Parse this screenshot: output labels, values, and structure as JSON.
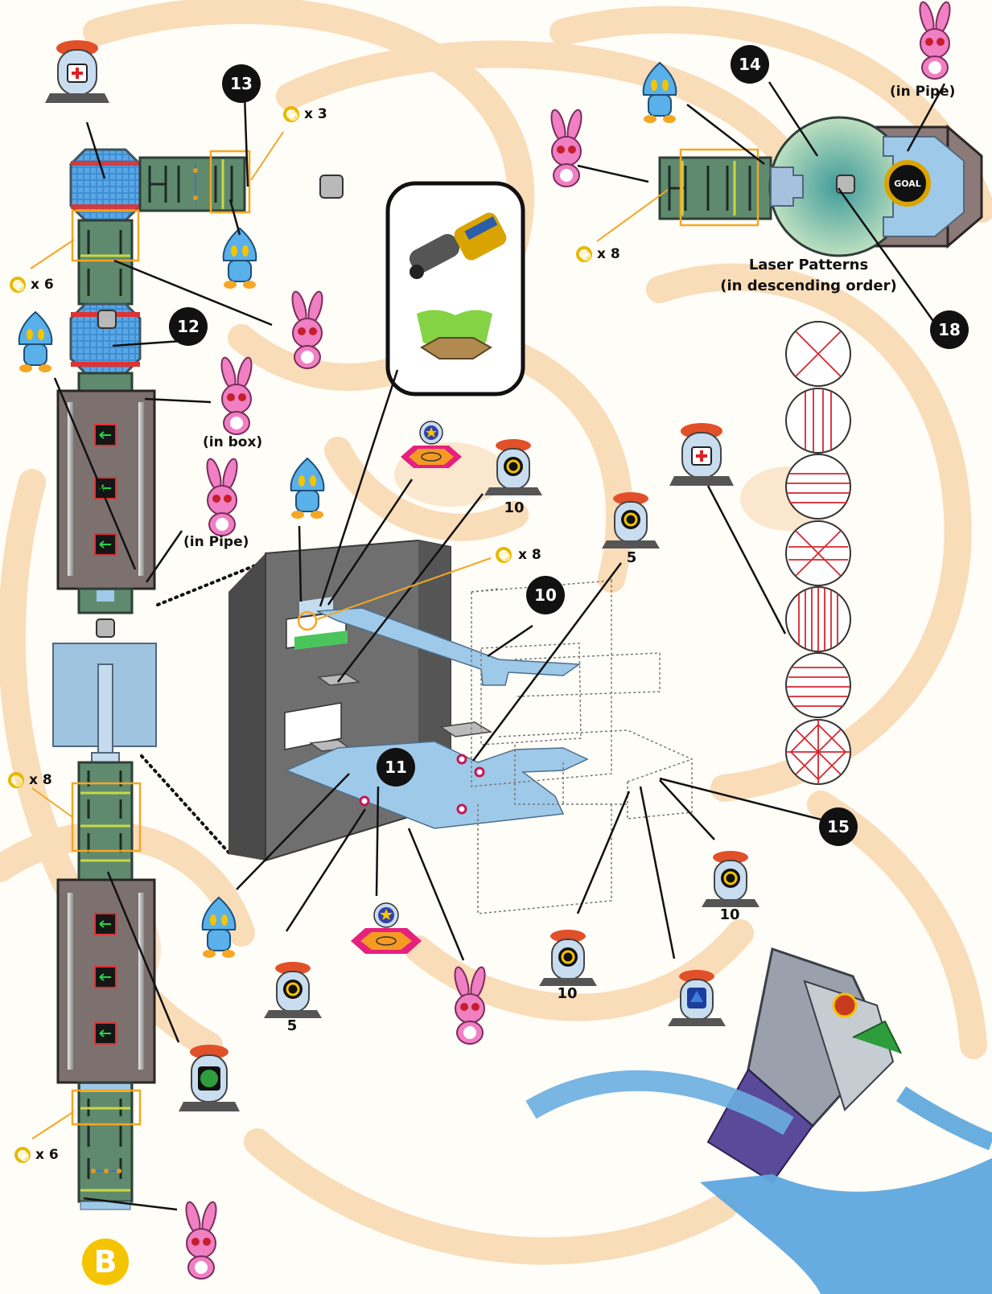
{
  "section_letter": "B",
  "goal_label": "GOAL",
  "laser": {
    "title": "Laser Patterns",
    "subtitle": "(in descending order)",
    "patterns": [
      "x-cross",
      "vertical-lines",
      "horizontal-lines",
      "x-cross-horizontal",
      "vertical-lines-dense",
      "horizontal-lines-dense",
      "diamond-star"
    ]
  },
  "markers": {
    "m10": "10",
    "m11": "11",
    "m12": "12",
    "m13": "13",
    "m14": "14",
    "m15": "15",
    "m18": "18"
  },
  "rings": {
    "r_top": "x 3",
    "r_left_upper": "x 6",
    "r_right_top": "x 8",
    "r_mid": "x 8",
    "r_left_mid": "x 8",
    "r_left_bottom": "x 6"
  },
  "notes": {
    "pipe_top": "(in Pipe)",
    "box": "(in box)",
    "pipe_left": "(in Pipe)"
  },
  "counts": {
    "c_10_top": "10",
    "c_5_top": "5",
    "c_10_right": "10",
    "c_10_mid": "10",
    "c_5_bottom": "5"
  },
  "colors": {
    "background": "#fffdf7",
    "watermark": "#f9dcb8",
    "highlight": "#f5a623",
    "floor": "#9fc9e8",
    "wall": "#6f6f6f",
    "corridor": "#5f8a6e",
    "laser": "#d9262f",
    "ring": "#e8b800",
    "section_letter": "#f5c400"
  }
}
